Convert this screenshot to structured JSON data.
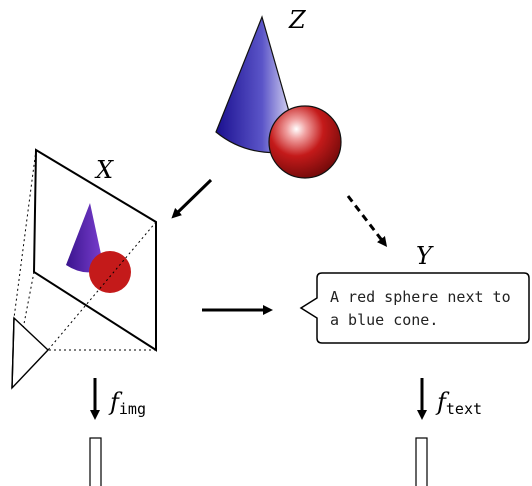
{
  "labels": {
    "z": "Z",
    "x": "X",
    "y": "Y"
  },
  "caption": {
    "line1": "A red sphere next to",
    "line2": "a blue cone."
  },
  "functions": {
    "img": {
      "symbol": "f",
      "subscript": "img"
    },
    "text": {
      "symbol": "f",
      "subscript": "text"
    }
  },
  "colors": {
    "cone_blue": "#2a1fb0",
    "sphere_red": "#c41a1a",
    "image_cone_purple": "#4a1fa8"
  }
}
